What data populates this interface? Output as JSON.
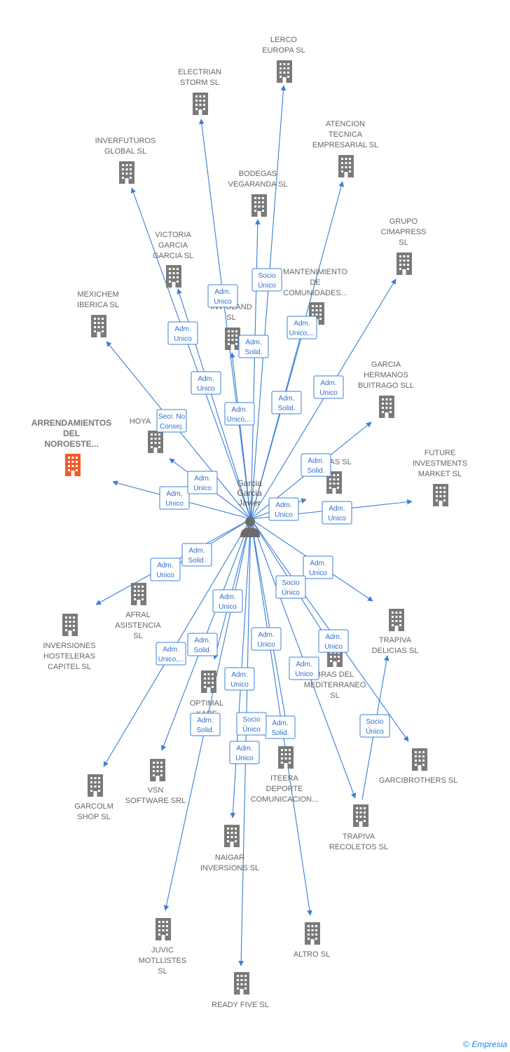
{
  "center": {
    "name_lines": [
      "Garcia",
      "Garcia",
      "Javier"
    ],
    "icon": "person-icon"
  },
  "colors": {
    "edge": "#3a7fd5",
    "building": "#7a7a7a",
    "highlight": "#f15a2b",
    "label": "#666666"
  },
  "nodes": [
    {
      "id": "lerco",
      "lines": [
        "LERCO",
        "EUROPA  SL"
      ],
      "rel": [
        "Socio",
        "Único"
      ]
    },
    {
      "id": "electrian",
      "lines": [
        "ELECTRIAN",
        "STORM SL"
      ],
      "rel": [
        "Adm.",
        "Unico"
      ]
    },
    {
      "id": "inverfuturos",
      "lines": [
        "INVERFUTUROS",
        "GLOBAL  SL"
      ],
      "rel": [
        "Adm.",
        "Unico"
      ]
    },
    {
      "id": "atencion",
      "lines": [
        "ATENCION",
        "TECNICA",
        "EMPRESARIAL SL"
      ],
      "rel": [
        "Adm.",
        "Unico,..."
      ]
    },
    {
      "id": "bodegas",
      "lines": [
        "BODEGAS",
        "VEGARANDA SL"
      ],
      "rel": [
        "Adm.",
        "Solid."
      ]
    },
    {
      "id": "grupo",
      "lines": [
        "GRUPO",
        "CIMAPRESS",
        "SL"
      ],
      "rel": [
        "Adm.",
        "Unico"
      ]
    },
    {
      "id": "victoria",
      "lines": [
        "VICTORIA",
        "GARCIA",
        "GARCIA SL"
      ],
      "rel": [
        "Adm.",
        "Unico"
      ]
    },
    {
      "id": "mantenimiento",
      "lines": [
        "MANTENIMIENTO",
        "DE",
        "COMUNIDADES..."
      ],
      "rel": [
        "Adm.",
        "Solid."
      ]
    },
    {
      "id": "inversoland",
      "lines": [
        "INV     OLAND",
        "SL"
      ],
      "rel": [
        "Adm.",
        "Unico,..."
      ]
    },
    {
      "id": "mexichem",
      "lines": [
        "MEXICHEM",
        "IBERICA  SL"
      ],
      "rel": [
        "Secr.  No",
        "Consej."
      ]
    },
    {
      "id": "garciahermanos",
      "lines": [
        "GARCIA",
        "HERMANOS",
        "BUITRAGO  SLL"
      ],
      "rel": [
        "Adm.",
        "Solid."
      ]
    },
    {
      "id": "arrendamientos",
      "lines": [
        "ARRENDAMIENTOS",
        "DEL",
        "NOROESTE..."
      ],
      "rel": [
        "Adm.",
        "Unico"
      ],
      "highlight": true
    },
    {
      "id": "hoya",
      "lines": [
        "HOYA"
      ],
      "rel": [
        "Adm.",
        "Unico"
      ]
    },
    {
      "id": "future",
      "lines": [
        "FUTURE",
        "INVESTMENTS",
        "MARKET  SL"
      ],
      "rel": [
        "Adm.",
        "Unico"
      ]
    },
    {
      "id": "llas",
      "lines": [
        "LLAS SL"
      ],
      "rel": [
        "Adm.",
        "Unico"
      ]
    },
    {
      "id": "afral",
      "lines": [
        "AFRAL",
        "ASISTENCIA",
        "SL"
      ],
      "rel": [
        "Adm.",
        "Unico"
      ]
    },
    {
      "id": "inversiones",
      "lines": [
        "INVERSIONES",
        "HOSTELERAS",
        "CAPITEL SL"
      ],
      "rel": [
        "Adm.",
        "Solid."
      ]
    },
    {
      "id": "trapivadelicias",
      "lines": [
        "TRAPIVA",
        "DELICIAS SL"
      ],
      "rel": [
        "Adm.",
        "Unico"
      ]
    },
    {
      "id": "obras",
      "lines": [
        "BRAS DEL",
        "MEDITERRANEO",
        "SL"
      ],
      "rel": [
        "Socio",
        "Único"
      ]
    },
    {
      "id": "optimal",
      "lines": [
        "OPTIMAL",
        "KARE",
        "HU      SL"
      ],
      "rel": [
        "Adm.",
        "Unico"
      ]
    },
    {
      "id": "garcibrothers",
      "lines": [
        "GARCIBROTHERS SL"
      ],
      "rel": [
        "Adm.",
        "Unico"
      ]
    },
    {
      "id": "garcolm",
      "lines": [
        "GARCOLM",
        "SHOP  SL"
      ],
      "rel": [
        "Adm.",
        "Unico,..."
      ]
    },
    {
      "id": "vsn",
      "lines": [
        "VSN",
        "SOFTWARE SRL"
      ],
      "rel": [
        "Adm.",
        "Solid."
      ]
    },
    {
      "id": "iteera",
      "lines": [
        "ITEERA",
        "DEPORTE",
        "COMUNICACION..."
      ],
      "rel": [
        "Adm.",
        "Unico"
      ]
    },
    {
      "id": "trapivarecoletos",
      "lines": [
        "TRAPIVA",
        "RECOLETOS SL"
      ],
      "rel": [
        "Adm.",
        "Unico"
      ]
    },
    {
      "id": "naigar",
      "lines": [
        "NAIGAR",
        "INVERSIONS SL"
      ],
      "rel": [
        "Adm.",
        "Unico"
      ]
    },
    {
      "id": "juvic",
      "lines": [
        "JUVIC",
        "MOTLLISTES",
        "SL"
      ],
      "rel": [
        "Adm.",
        "Solid."
      ]
    },
    {
      "id": "altro",
      "lines": [
        "ALTRO  SL"
      ],
      "rel": [
        "Adm.",
        "Solid."
      ]
    },
    {
      "id": "readyfive",
      "lines": [
        "READY FIVE SL"
      ],
      "rel": [
        "Socio",
        "Único"
      ]
    },
    {
      "id": "trapivalink",
      "lines": [],
      "rel": [
        "Socio",
        "Único"
      ]
    }
  ],
  "footer": {
    "copyright": "©",
    "brand": "Empresia"
  }
}
